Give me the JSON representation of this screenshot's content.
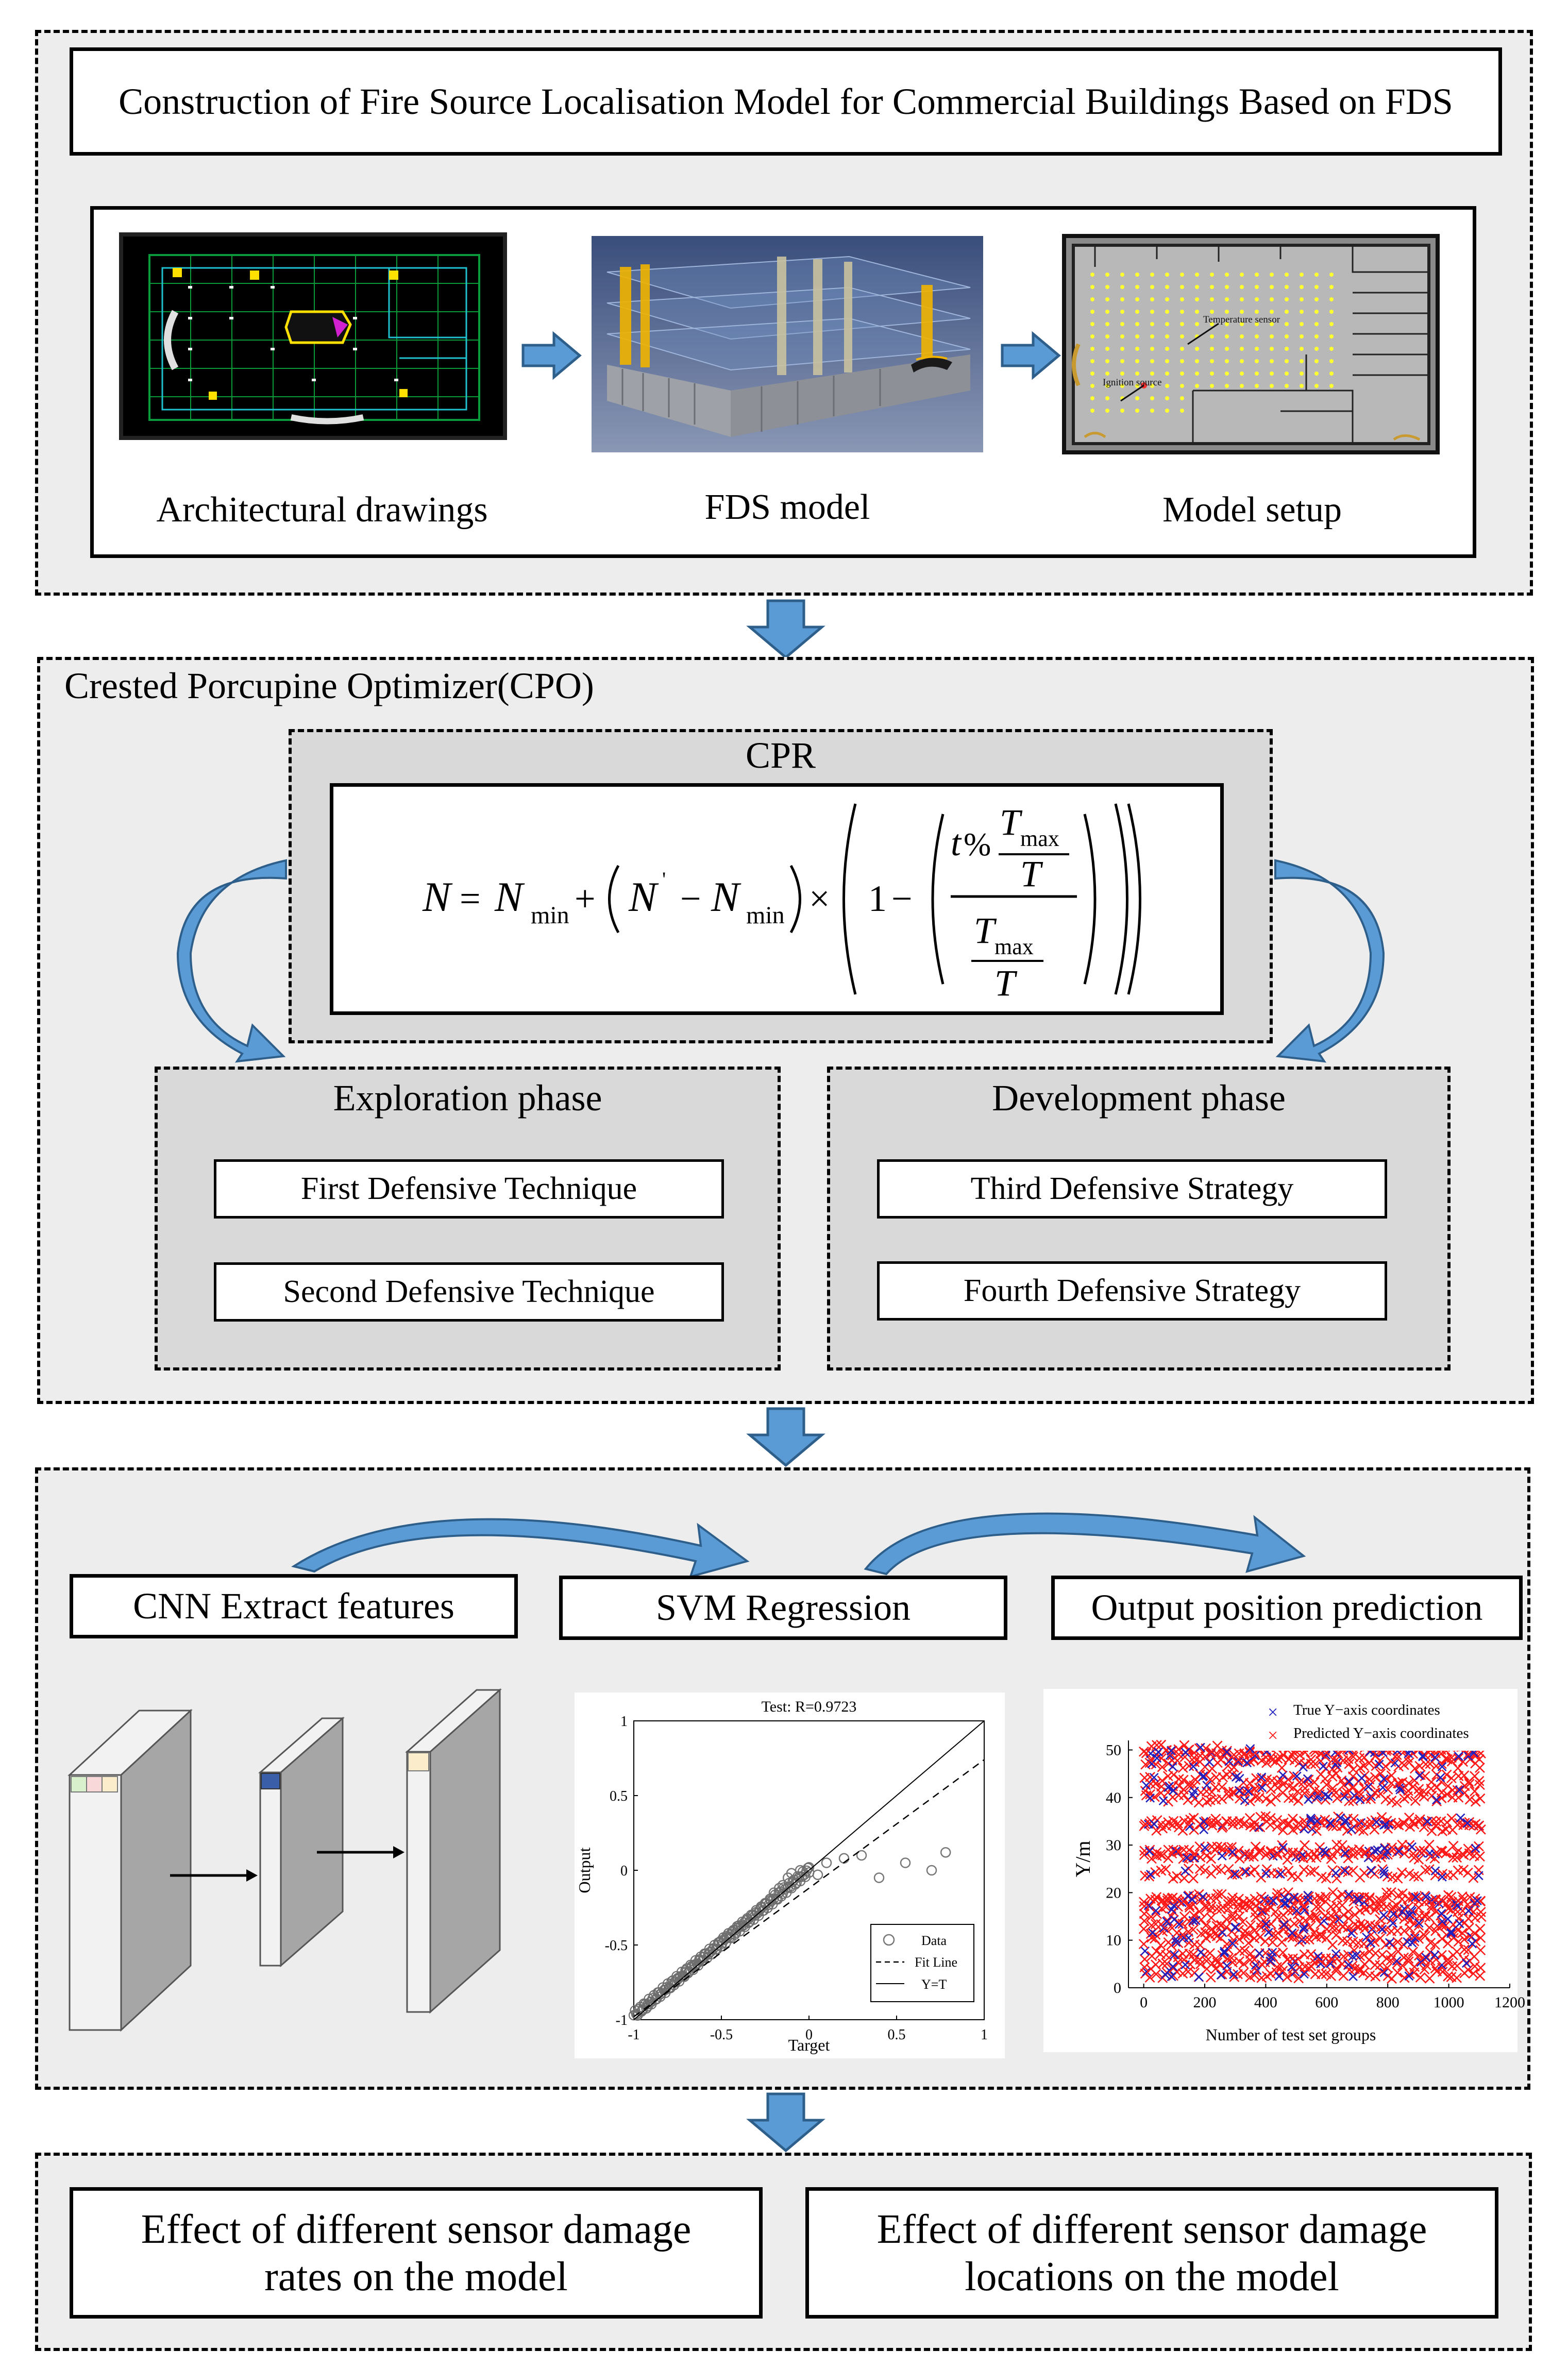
{
  "section1": {
    "title": "Construction of Fire Source Localisation Model for Commercial Buildings Based on FDS",
    "captions": [
      "Architectural drawings",
      "FDS model",
      "Model setup"
    ],
    "model_setup_labels": [
      "Temperature sensor",
      "Ignition source"
    ]
  },
  "section2": {
    "title": "Crested Porcupine Optimizer(CPO)",
    "cpr_label": "CPR",
    "exploration": {
      "title": "Exploration phase",
      "items": [
        "First Defensive Technique",
        "Second Defensive Technique"
      ]
    },
    "development": {
      "title": "Development phase",
      "items": [
        "Third Defensive Strategy",
        "Fourth Defensive Strategy"
      ]
    }
  },
  "section3": {
    "boxes": [
      "CNN Extract features",
      "SVM Regression",
      "Output position prediction"
    ],
    "regression_plot": {
      "title": "Test: R=0.9723",
      "xlabel": "Target",
      "ylabel": "Output",
      "xticks": [
        "-1",
        "-0.5",
        "0",
        "0.5",
        "1"
      ],
      "yticks": [
        "-1",
        "-0.5",
        "0",
        "0.5",
        "1"
      ],
      "legend": [
        "Data",
        "Fit Line",
        "Y=T"
      ]
    },
    "prediction_plot": {
      "xlabel": "Number of test set groups",
      "ylabel": "Y/m",
      "xticks": [
        "0",
        "200",
        "400",
        "600",
        "800",
        "1000",
        "1200"
      ],
      "yticks": [
        "0",
        "10",
        "20",
        "30",
        "40",
        "50"
      ],
      "legend": [
        "True Y−axis coordinates",
        "Predicted Y−axis coordinates"
      ]
    }
  },
  "section4": {
    "boxes": [
      "Effect of different sensor damage rates on the model",
      "Effect of different sensor damage locations on the model"
    ]
  },
  "colors": {
    "arrow_blue": "#5b9bd5",
    "arrow_border": "#41719c",
    "section_bg": "#ededed",
    "inner_bg": "#d9d9d9",
    "true_marker": "#1f1fbf",
    "pred_marker": "#ff1a1a"
  },
  "chart_data": [
    {
      "type": "scatter",
      "title": "Test: R=0.9723",
      "xlabel": "Target",
      "ylabel": "Output",
      "xlim": [
        -1,
        1
      ],
      "ylim": [
        -1,
        1
      ],
      "series": [
        {
          "name": "Data",
          "x": [
            -0.98,
            -0.95,
            -0.92,
            -0.9,
            -0.87,
            -0.85,
            -0.82,
            -0.8,
            -0.77,
            -0.75,
            -0.72,
            -0.7,
            -0.67,
            -0.65,
            -0.62,
            -0.6,
            -0.57,
            -0.55,
            -0.52,
            -0.5,
            -0.47,
            -0.45,
            -0.42,
            -0.4,
            -0.37,
            -0.35,
            -0.32,
            -0.3,
            -0.27,
            -0.25,
            -0.22,
            -0.2,
            -0.17,
            -0.15,
            -0.12,
            -0.1,
            -0.05,
            0.0,
            0.05,
            0.1,
            0.2,
            0.3,
            0.4,
            0.55,
            0.7,
            0.78
          ],
          "y": [
            -0.97,
            -0.93,
            -0.91,
            -0.88,
            -0.86,
            -0.83,
            -0.8,
            -0.79,
            -0.75,
            -0.73,
            -0.71,
            -0.68,
            -0.65,
            -0.63,
            -0.6,
            -0.58,
            -0.55,
            -0.53,
            -0.5,
            -0.47,
            -0.44,
            -0.43,
            -0.4,
            -0.37,
            -0.35,
            -0.33,
            -0.3,
            -0.28,
            -0.25,
            -0.22,
            -0.2,
            -0.15,
            -0.12,
            -0.1,
            -0.05,
            -0.02,
            0.0,
            0.02,
            -0.03,
            0.05,
            0.08,
            0.1,
            -0.05,
            0.05,
            0.0,
            0.12
          ]
        },
        {
          "name": "Fit Line",
          "x": [
            -1,
            1
          ],
          "y": [
            -0.98,
            0.74
          ]
        },
        {
          "name": "Y=T",
          "x": [
            -1,
            1
          ],
          "y": [
            -1,
            1
          ]
        }
      ]
    },
    {
      "type": "scatter",
      "xlabel": "Number of test set groups",
      "ylabel": "Y/m",
      "xlim": [
        -50,
        1200
      ],
      "ylim": [
        0,
        52
      ],
      "bands_y": [
        3,
        5,
        7,
        10,
        12,
        14,
        16,
        18,
        19,
        24,
        28,
        29,
        34,
        35,
        40,
        42,
        44,
        47,
        49,
        50
      ],
      "x_range": [
        0,
        1100
      ],
      "series": [
        {
          "name": "True Y−axis coordinates"
        },
        {
          "name": "Predicted Y−axis coordinates"
        }
      ]
    }
  ]
}
